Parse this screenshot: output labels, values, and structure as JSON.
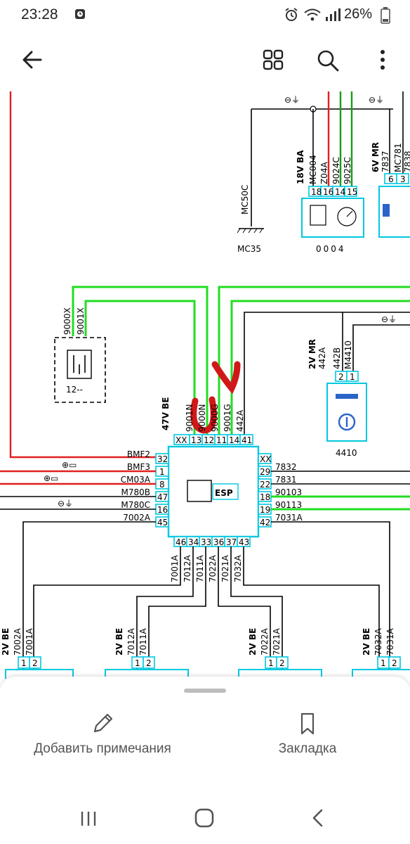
{
  "status_bar": {
    "time": "23:28",
    "battery": "26%"
  },
  "app_bar": {
    "icons": [
      "back-arrow-icon",
      "grid-view-icon",
      "search-icon",
      "more-vert-icon"
    ]
  },
  "diagram": {
    "top_components": {
      "mc50c": "MC50C",
      "mc35": "MC35",
      "c0004_wires": [
        "MC004",
        "Z04A",
        "9024C",
        "9025C"
      ],
      "c0004_pins": [
        "18",
        "16",
        "14",
        "15"
      ],
      "c0004_conn": "18V BA",
      "c0004_label": "0004",
      "mr6v_conn": "6V MR",
      "mr6v_wires": [
        "7837",
        "MC781",
        "7838"
      ],
      "mr6v_pins": [
        "6",
        "3"
      ]
    },
    "sensor_12": {
      "wires": [
        "9000X",
        "9001X"
      ],
      "label": "12--"
    },
    "ecu": {
      "conn": "47V BE",
      "label": "ESP",
      "top_wires": [
        "9001N",
        "9000N",
        "9000G",
        "9001G",
        "442A"
      ],
      "top_pins": [
        "XX",
        "13",
        "12",
        "11",
        "14",
        "41"
      ],
      "left_wires": [
        "BMF2",
        "BMF3",
        "CM03A",
        "M780B",
        "M780C",
        "7002A"
      ],
      "left_pins": [
        "32",
        "1",
        "8",
        "47",
        "16",
        "45"
      ],
      "right_wires": [
        "",
        "7832",
        "7831",
        "90103",
        "90113",
        "7031A"
      ],
      "right_pins": [
        "XX",
        "29",
        "22",
        "18",
        "19",
        "42"
      ],
      "bottom_pins": [
        "46",
        "34",
        "33",
        "36",
        "37",
        "43"
      ],
      "bottom_wires": [
        "7001A",
        "7012A",
        "7011A",
        "7022A",
        "7021A",
        "7032A"
      ]
    },
    "c4410": {
      "conn": "2V MR",
      "wires": [
        "442A",
        "442B",
        "M4410"
      ],
      "pins": [
        "2",
        "1"
      ],
      "label": "4410"
    },
    "wheel_sensors": [
      {
        "conn": "2V BE",
        "wires": [
          "7002A",
          "7001A"
        ],
        "pins": [
          "1",
          "2"
        ]
      },
      {
        "conn": "2V BE",
        "wires": [
          "7012A",
          "7011A"
        ],
        "pins": [
          "1",
          "2"
        ]
      },
      {
        "conn": "2V BE",
        "wires": [
          "7022A",
          "7021A"
        ],
        "pins": [
          "1",
          "2"
        ]
      },
      {
        "conn": "2V BE",
        "wires": [
          "7032A",
          "7031A"
        ],
        "pins": [
          "1",
          "2"
        ]
      }
    ],
    "colors": {
      "green": "#22dd22",
      "red": "#e02020",
      "cyan": "#00c8e0",
      "annotation": "#d01818"
    }
  },
  "sheet": {
    "add_note_label": "Добавить примечания",
    "bookmark_label": "Закладка"
  },
  "nav_bar": {
    "icons": [
      "recents-icon",
      "home-icon",
      "back-icon"
    ]
  }
}
